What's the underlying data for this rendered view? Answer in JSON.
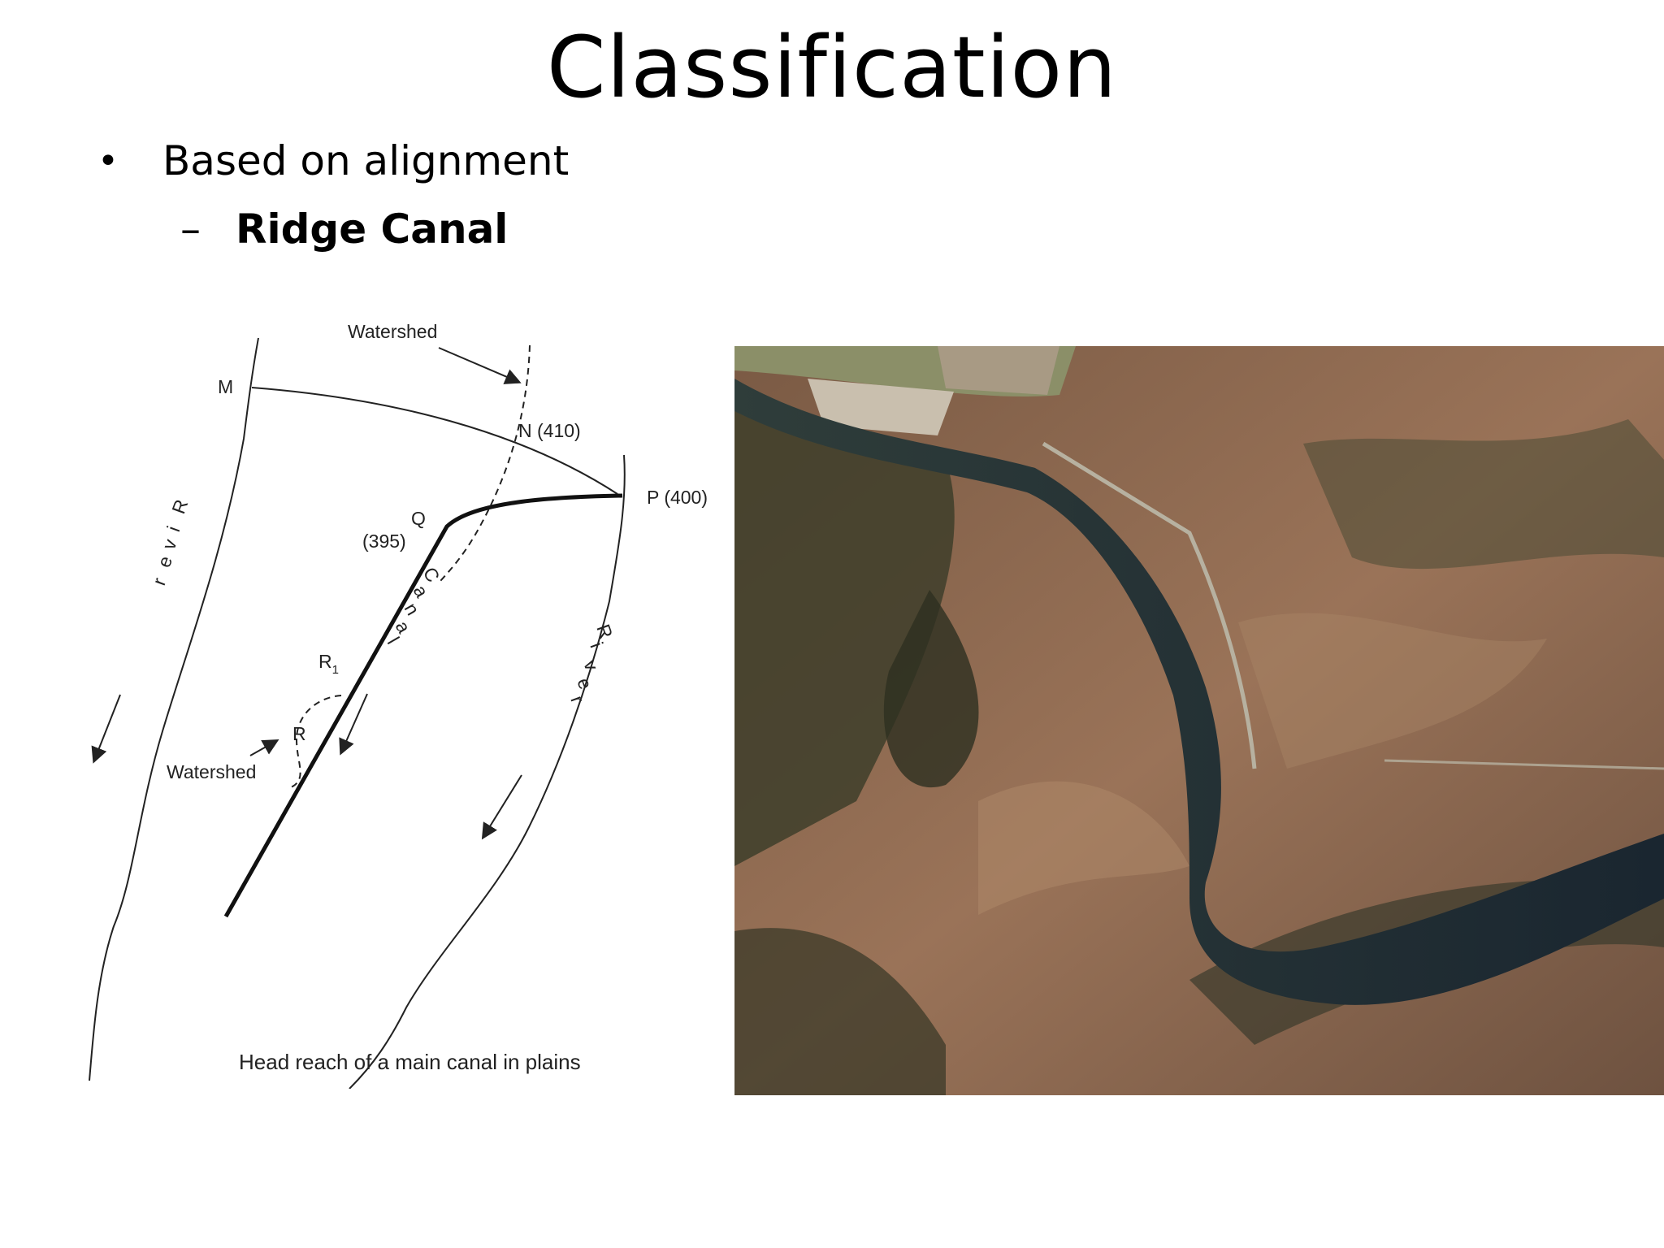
{
  "slide": {
    "title": "Classification",
    "bullet": "Based on alignment",
    "bullet_marker": "•",
    "sub_marker": "–",
    "sub_bullet": "Ridge Canal"
  },
  "diagram": {
    "watershed_top": "Watershed",
    "point_m": "M",
    "point_n": "N (410)",
    "point_p": "P (400)",
    "point_q": "Q",
    "point_q_level": "(395)",
    "point_r1": "R",
    "point_r1_sub": "1",
    "point_r": "R",
    "watershed_bottom": "Watershed",
    "river_left": [
      "R",
      "i",
      "v",
      "e",
      "r"
    ],
    "river_right": [
      "R",
      "i",
      "v",
      "e",
      "r"
    ],
    "canal": [
      "C",
      "a",
      "n",
      "a",
      "l"
    ],
    "caption": "Head reach of a main canal in plains"
  },
  "colors": {
    "line": "#222222",
    "text": "#222222"
  }
}
